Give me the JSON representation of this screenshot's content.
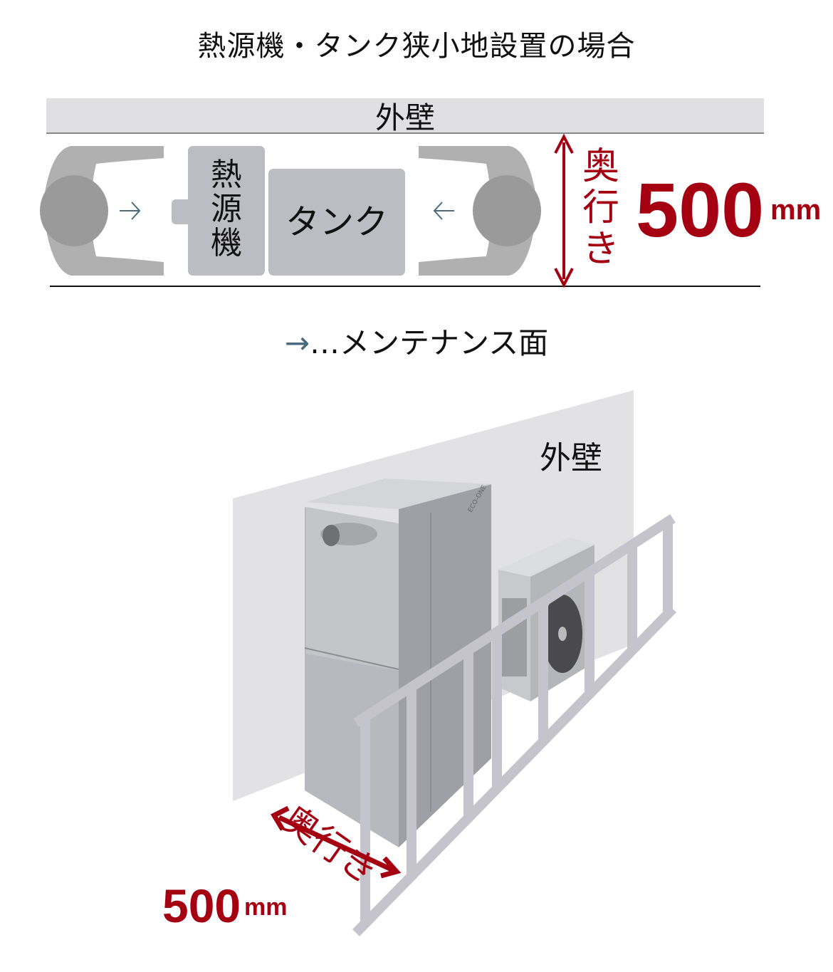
{
  "title": "熱源機・タンク狭小地設置の場合",
  "plan_view": {
    "wall_label": "外壁",
    "heat_source_label": "熱源機",
    "tank_label": "タンク",
    "depth_label": "奥行き",
    "depth_value": "500",
    "depth_unit": "mm",
    "colors": {
      "accent_red": "#a50012",
      "maintenance_arrow": "#4a6a80",
      "unit_gray": "#bcbdc2",
      "person_gray": "#9a9a9a"
    }
  },
  "legend": {
    "arrow_symbol": "→",
    "text": "…メンテナンス面"
  },
  "perspective_view": {
    "wall_label": "外壁",
    "depth_label": "奥行き",
    "depth_value": "500",
    "depth_unit": "mm",
    "unit_logo": "ECO-ONE"
  }
}
